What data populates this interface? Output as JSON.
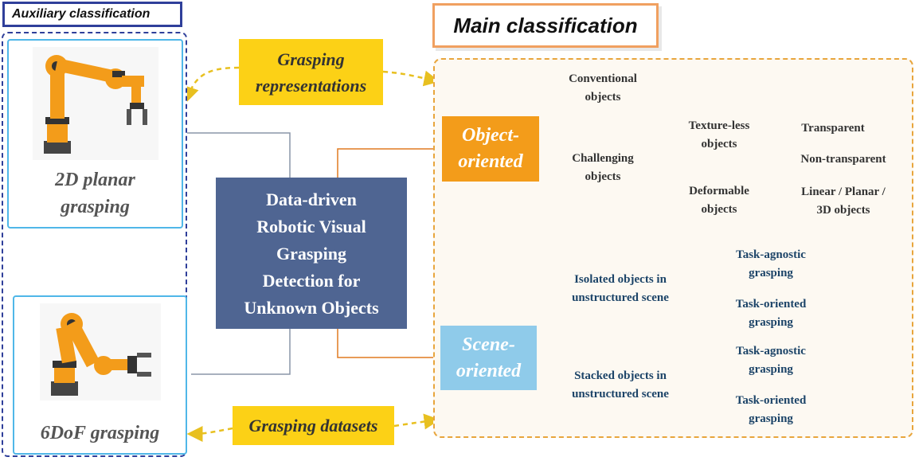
{
  "auxiliary": {
    "title": "Auxiliary classification",
    "card_2d": {
      "label_line1": "2D planar",
      "label_line2": "grasping"
    },
    "card_6dof": {
      "label": "6DoF grasping"
    }
  },
  "main": {
    "title": "Main classification",
    "center": [
      "Data-driven",
      "Robotic Visual",
      "Grasping",
      "Detection for",
      "Unknown Objects"
    ],
    "grasping_representations": [
      "Grasping",
      "representations"
    ],
    "grasping_datasets": "Grasping datasets",
    "object_oriented": [
      "Object-",
      "oriented"
    ],
    "scene_oriented": [
      "Scene-",
      "oriented"
    ],
    "conventional": [
      "Conventional",
      "objects"
    ],
    "challenging": [
      "Challenging",
      "objects"
    ],
    "textureless": [
      "Texture-less",
      "objects"
    ],
    "deformable": [
      "Deformable",
      "objects"
    ],
    "transparent": "Transparent",
    "non_transparent": "Non-transparent",
    "linear_planar": [
      "Linear / Planar  /",
      "3D objects"
    ],
    "isolated": [
      "Isolated objects in",
      "unstructured scene"
    ],
    "stacked": [
      "Stacked objects in",
      "unstructured scene"
    ],
    "task_agnostic_1": [
      "Task-agnostic",
      "grasping"
    ],
    "task_oriented_1": [
      "Task-oriented",
      "grasping"
    ],
    "task_agnostic_2": [
      "Task-agnostic",
      "grasping"
    ],
    "task_oriented_2": [
      "Task-oriented",
      "grasping"
    ]
  },
  "colors": {
    "navy": "#2f3f9a",
    "cyan": "#4fb7e8",
    "orange": "#f39c1a",
    "lightblue": "#8fcbea",
    "yellow": "#fcd116",
    "center": "#4f6592",
    "teal": "#1c5a73"
  }
}
